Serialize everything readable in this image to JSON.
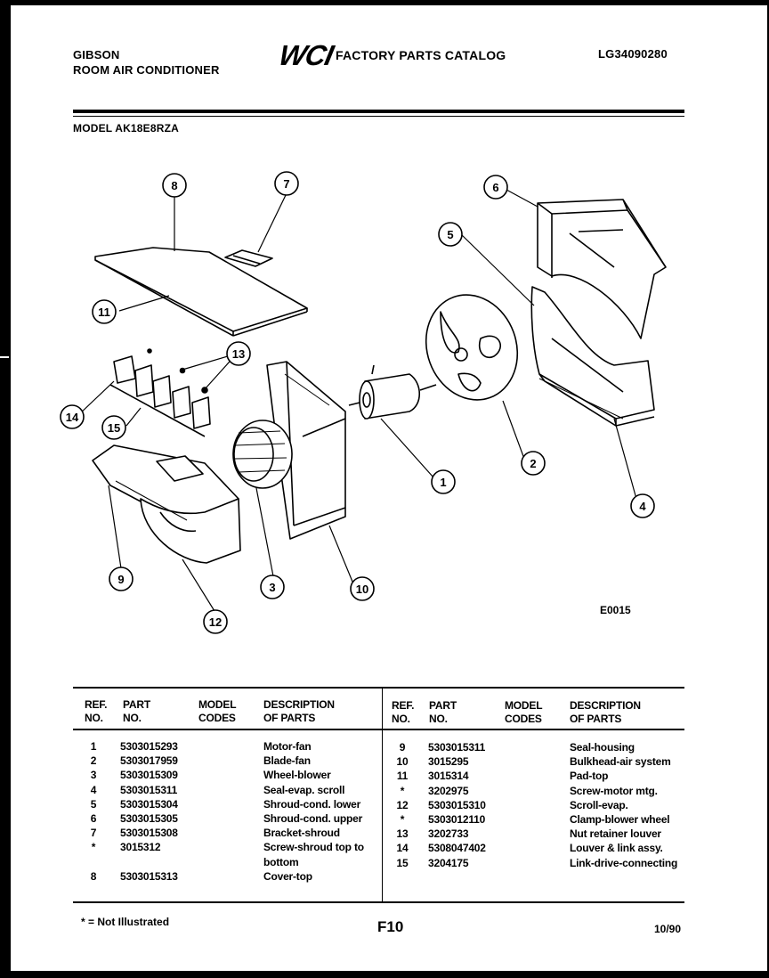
{
  "header": {
    "brand": "GIBSON",
    "product": "ROOM AIR CONDITIONER",
    "logo_text": "WCI",
    "catalog_title": "FACTORY PARTS CATALOG",
    "catalog_number": "LG34090280",
    "model_label": "MODEL AK18E8RZA"
  },
  "diagram": {
    "code": "E0015",
    "callouts": [
      "1",
      "2",
      "3",
      "4",
      "5",
      "6",
      "7",
      "8",
      "9",
      "10",
      "11",
      "12",
      "13",
      "14",
      "15"
    ]
  },
  "table": {
    "headers": {
      "ref": [
        "REF.",
        "NO."
      ],
      "part": [
        "PART",
        "NO."
      ],
      "model": [
        "MODEL",
        "CODES"
      ],
      "desc": [
        "DESCRIPTION",
        "OF PARTS"
      ]
    },
    "left_rows": [
      {
        "ref": "1",
        "part": "5303015293",
        "model": "",
        "desc": "Motor-fan"
      },
      {
        "ref": "2",
        "part": "5303017959",
        "model": "",
        "desc": "Blade-fan"
      },
      {
        "ref": "3",
        "part": "5303015309",
        "model": "",
        "desc": "Wheel-blower"
      },
      {
        "ref": "4",
        "part": "5303015311",
        "model": "",
        "desc": "Seal-evap. scroll"
      },
      {
        "ref": "5",
        "part": "5303015304",
        "model": "",
        "desc": "Shroud-cond. lower"
      },
      {
        "ref": "6",
        "part": "5303015305",
        "model": "",
        "desc": "Shroud-cond. upper"
      },
      {
        "ref": "7",
        "part": "5303015308",
        "model": "",
        "desc": "Bracket-shroud"
      },
      {
        "ref": "*",
        "part": "3015312",
        "model": "",
        "desc": "Screw-shroud top to"
      },
      {
        "ref": "",
        "part": "",
        "model": "",
        "desc": "bottom"
      },
      {
        "ref": "8",
        "part": "5303015313",
        "model": "",
        "desc": "Cover-top"
      }
    ],
    "right_rows": [
      {
        "ref": "9",
        "part": "5303015311",
        "model": "",
        "desc": "Seal-housing"
      },
      {
        "ref": "10",
        "part": "3015295",
        "model": "",
        "desc": "Bulkhead-air system"
      },
      {
        "ref": "11",
        "part": "3015314",
        "model": "",
        "desc": "Pad-top"
      },
      {
        "ref": "*",
        "part": "3202975",
        "model": "",
        "desc": "Screw-motor mtg."
      },
      {
        "ref": "12",
        "part": "5303015310",
        "model": "",
        "desc": "Scroll-evap."
      },
      {
        "ref": "*",
        "part": "5303012110",
        "model": "",
        "desc": "Clamp-blower wheel"
      },
      {
        "ref": "13",
        "part": "3202733",
        "model": "",
        "desc": "Nut retainer louver"
      },
      {
        "ref": "14",
        "part": "5308047402",
        "model": "",
        "desc": "Louver & link assy."
      },
      {
        "ref": "15",
        "part": "3204175",
        "model": "",
        "desc": "Link-drive-connecting"
      }
    ]
  },
  "footer": {
    "note": "* = Not Illustrated",
    "page_code": "F10",
    "date": "10/90"
  }
}
